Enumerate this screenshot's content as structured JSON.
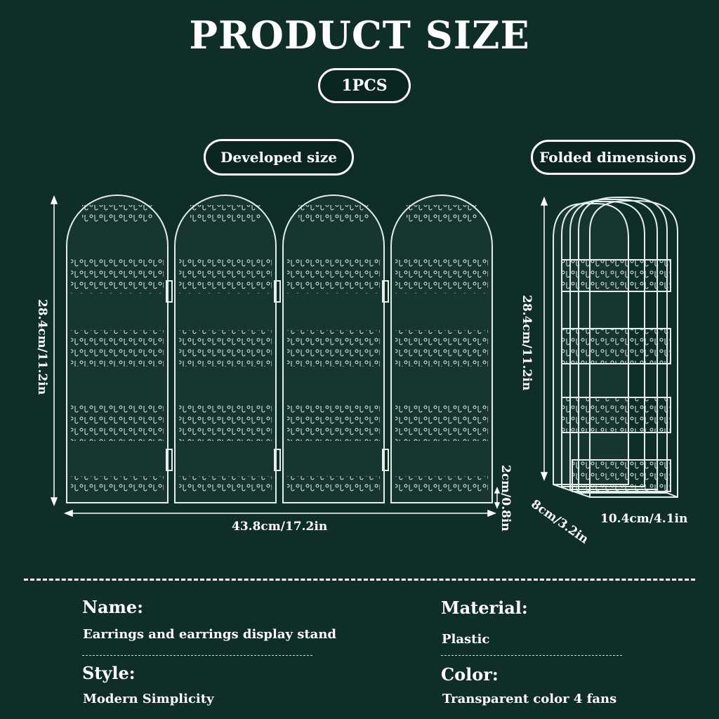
{
  "header": {
    "title": "PRODUCT SIZE",
    "quantity_badge": "1PCS"
  },
  "developed": {
    "label": "Developed size",
    "height_dim": "28.4cm/11.2in",
    "width_dim": "43.8cm/17.2in",
    "base_dim": "2cm/0.8in"
  },
  "folded": {
    "label": "Folded dimensions",
    "height_dim": "28.4cm/11.2in",
    "depth_dim": "8cm/3.2in",
    "width_dim": "10.4cm/4.1in"
  },
  "specs": {
    "name_label": "Name:",
    "name_value": "Earrings and earrings display stand",
    "style_label": "Style:",
    "style_value": "Modern Simplicity",
    "material_label": "Material:",
    "material_value": "Plastic",
    "color_label": "Color:",
    "color_value": "Transparent color 4 fans"
  },
  "colors": {
    "background": "#0e2e27",
    "text": "#ffffff",
    "acrylic": "#d9e6e3"
  }
}
